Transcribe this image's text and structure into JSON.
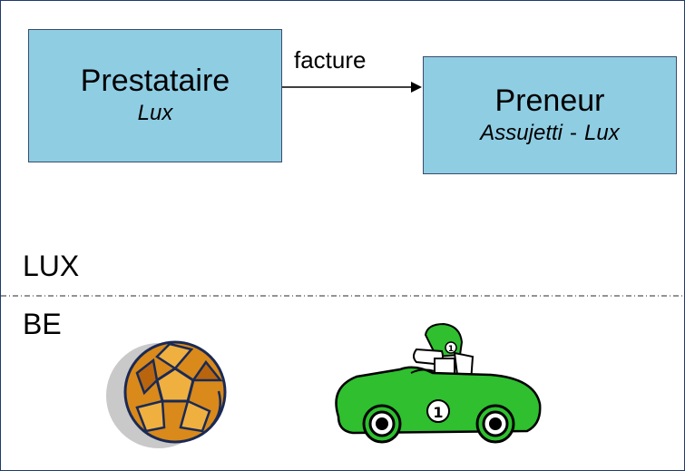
{
  "diagram": {
    "prestataire": {
      "title": "Prestataire",
      "subtitle": "Lux"
    },
    "preneur": {
      "title": "Preneur",
      "subtitle_left": "Assujetti",
      "subtitle_sep": "-",
      "subtitle_right": "Lux"
    },
    "arrow_label": "facture",
    "regions": {
      "top": "LUX",
      "bottom": "BE"
    }
  },
  "colors": {
    "box_fill": "#8fcde3",
    "box_border": "#3a4d6b",
    "car_green": "#2fbf2f",
    "ball_orange": "#d98a1a"
  },
  "icons": [
    "soccer-ball-icon",
    "race-car-icon"
  ]
}
